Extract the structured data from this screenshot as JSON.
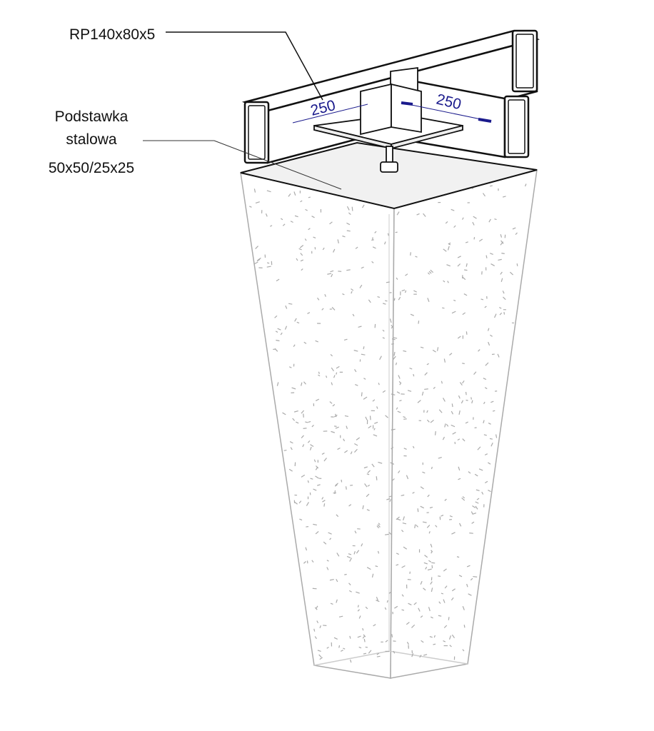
{
  "labels": {
    "beam": "RP140x80x5",
    "support_line1": "Podstawka",
    "support_line2": "stalowa",
    "support_line3": "50x50/25x25"
  },
  "dimensions": {
    "left": "250",
    "right": "250"
  },
  "colors": {
    "dimension": "#1a1a8c",
    "outline": "#111111",
    "concrete_edge": "#999999"
  }
}
